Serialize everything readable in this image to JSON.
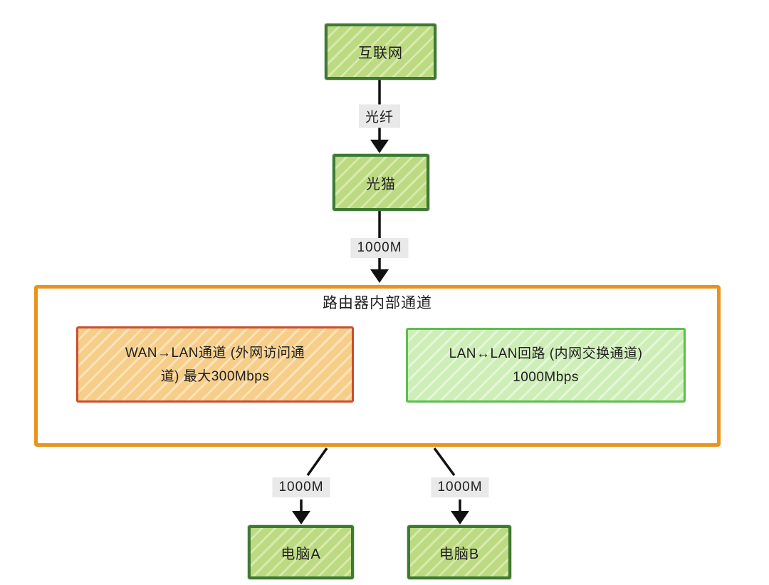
{
  "diagram": {
    "type": "network-topology-flowchart",
    "title": "路由器内部通道"
  },
  "nodes": {
    "internet": {
      "label": "互联网"
    },
    "modem": {
      "label": "光猫"
    },
    "computer_a": {
      "label": "电脑A"
    },
    "computer_b": {
      "label": "电脑B"
    }
  },
  "router": {
    "title": "路由器内部通道",
    "wan_lan": {
      "full_text": "WAN→LAN通道 (外网访问通道) 最大300Mbps",
      "line1": "WAN→LAN通道 (外网访问通",
      "line2": "道) 最大300Mbps"
    },
    "lan_lan": {
      "full_text": "LAN↔LAN回路 (内网交换通道) 1000Mbps",
      "line1": "LAN↔LAN回路 (内网交换通道)",
      "line2": "1000Mbps"
    }
  },
  "edges": {
    "internet_to_modem": {
      "label": "光纤"
    },
    "modem_to_router": {
      "label": "1000M"
    },
    "router_to_pc_a": {
      "label": "1000M"
    },
    "router_to_pc_b": {
      "label": "1000M"
    }
  },
  "colors": {
    "green_node_fill": "#bcda81",
    "green_node_hatch": "#d9e9ae",
    "green_node_border": "#3e7a33",
    "router_border": "#e8941c",
    "wan_fill": "#f6ce8a",
    "wan_hatch": "#fae3b8",
    "wan_border": "#c8502e",
    "lan_fill": "#cdeeb7",
    "lan_hatch": "#e6f6d8",
    "lan_border": "#5cbe4e",
    "label_bg": "#e9e9e9",
    "text": "#1f1f1f",
    "line": "#111111",
    "canvas_bg": "#ffffff"
  }
}
